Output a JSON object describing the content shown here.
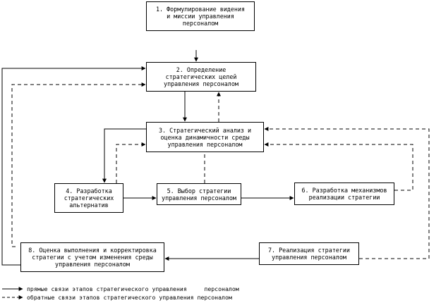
{
  "diagram": {
    "boxes": [
      {
        "id": "b1",
        "text": "1. Формулирование видения\nи миссии управления\nперсоналом"
      },
      {
        "id": "b2",
        "text": "2. Определение\nстратегических целей\nуправления персоналом"
      },
      {
        "id": "b3",
        "text": "3. Стратегический анализ и\nоценка динамичности среды\nуправления персоналом"
      },
      {
        "id": "b4",
        "text": "4. Разработка\nстратегических\nальтернатив"
      },
      {
        "id": "b5",
        "text": "5. Выбор стратегии\nуправления персоналом"
      },
      {
        "id": "b6",
        "text": "6. Разработка механизмов\nреализации стратегии"
      },
      {
        "id": "b7",
        "text": "7. Реализация стратегии\nуправления персоналом"
      },
      {
        "id": "b8",
        "text": "8. Оценка выполнения и корректировка\nстратегии с учетом изменения среды\nуправления персоналом"
      }
    ],
    "links": [
      {
        "from": "b1",
        "to": "b2",
        "kind": "direct"
      },
      {
        "from": "b2",
        "to": "b3",
        "kind": "direct"
      },
      {
        "from": "b3",
        "to": "b4",
        "kind": "direct"
      },
      {
        "from": "b4",
        "to": "b5",
        "kind": "direct"
      },
      {
        "from": "b5",
        "to": "b6",
        "kind": "direct"
      },
      {
        "from": "b7",
        "to": "b8",
        "kind": "direct"
      },
      {
        "from": "b8",
        "to": "b2",
        "kind": "direct"
      },
      {
        "from": "b3",
        "to": "b2",
        "kind": "feedback"
      },
      {
        "from": "b4",
        "to": "b3",
        "kind": "feedback"
      },
      {
        "from": "b5",
        "to": "b3",
        "kind": "feedback"
      },
      {
        "from": "b6",
        "to": "b3",
        "kind": "feedback"
      },
      {
        "from": "b7",
        "to": "b3",
        "kind": "feedback"
      },
      {
        "from": "b8",
        "to": "b2",
        "kind": "feedback"
      }
    ]
  },
  "legend": {
    "direct": "прямые связи этапов стратегического управления     персоналом",
    "feedback": "обратные связи этапов стратегического управления персоналом"
  }
}
